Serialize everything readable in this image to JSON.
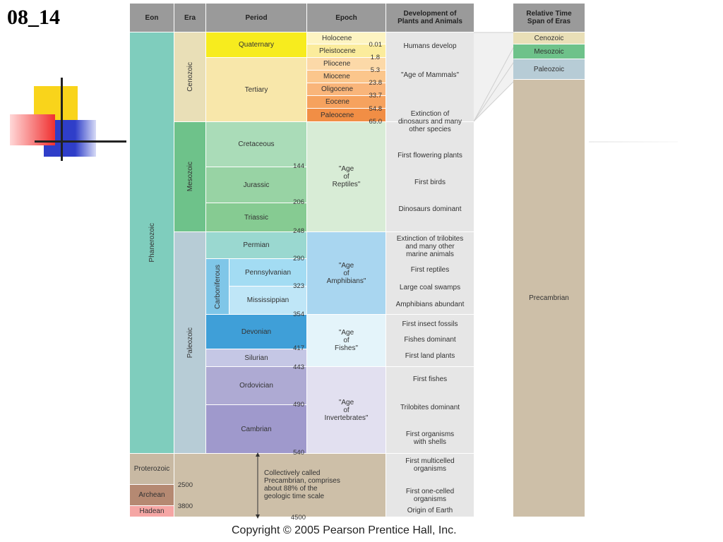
{
  "slide_title": "08_14",
  "headers": {
    "eon": "Eon",
    "era": "Era",
    "period": "Period",
    "epoch": "Epoch",
    "development": "Development of\nPlants and Animals",
    "relative": "Relative Time\nSpan of Eras"
  },
  "eons": {
    "phanerozoic": "Phanerozoic",
    "proterozoic": "Proterozoic",
    "archean": "Archean",
    "hadean": "Hadean"
  },
  "eras": {
    "cenozoic": "Cenozoic",
    "mesozoic": "Mesozoic",
    "paleozoic": "Paleozoic"
  },
  "periods": {
    "quaternary": "Quaternary",
    "tertiary": "Tertiary",
    "cretaceous": "Cretaceous",
    "jurassic": "Jurassic",
    "triassic": "Triassic",
    "permian": "Permian",
    "carboniferous": "Carboniferous",
    "pennsylvanian": "Pennsylvanian",
    "mississippian": "Mississippian",
    "devonian": "Devonian",
    "silurian": "Silurian",
    "ordovician": "Ordovician",
    "cambrian": "Cambrian"
  },
  "epochs": {
    "holocene": "Holocene",
    "pleistocene": "Pleistocene",
    "pliocene": "Pliocene",
    "miocene": "Miocene",
    "oligocene": "Oligocene",
    "eocene": "Eocene",
    "paleocene": "Paleocene",
    "reptiles": "\"Age\nof\nReptiles\"",
    "amphibians": "\"Age\nof\nAmphibians\"",
    "fishes": "\"Age\nof\nFishes\"",
    "invertebrates": "\"Age\nof\nInvertebrates\""
  },
  "ages": {
    "a001": "0.01",
    "a18": "1.8",
    "a53": "5.3",
    "a238": "23.8",
    "a337": "33.7",
    "a548": "54.8",
    "a650": "65.0",
    "a144": "144",
    "a206": "206",
    "a248": "248",
    "a290": "290",
    "a323": "323",
    "a354": "354",
    "a417": "417",
    "a443": "443",
    "a490": "490",
    "a540": "540",
    "a2500": "2500",
    "a3800": "3800",
    "a4500": "4500"
  },
  "development": {
    "humans": "Humans develop",
    "mammals": "\"Age of Mammals\"",
    "extinction_dino": "Extinction of\ndinosaurs and many\nother species",
    "flowering": "First flowering plants",
    "birds": "First birds",
    "dinosaurs": "Dinosaurs dominant",
    "extinction_trilo": "Extinction of trilobites\nand many other\nmarine animals",
    "reptiles": "First reptiles",
    "coal": "Large coal swamps",
    "amphibians": "Amphibians abundant",
    "insects": "First insect fossils",
    "fishes_dom": "Fishes dominant",
    "land_plants": "First land plants",
    "first_fishes": "First fishes",
    "trilobites": "Trilobites dominant",
    "shells": "First organisms\nwith shells",
    "multicelled": "First multicelled\norganisms",
    "onecelled": "First one-celled\norganisms",
    "origin": "Origin of Earth"
  },
  "precambrian_note": "Collectively called\nPrecambrian, comprises\nabout 88% of the\ngeologic time scale",
  "relative_span": {
    "cenozoic": "Cenozoic",
    "mesozoic": "Mesozoic",
    "paleozoic": "Paleozoic",
    "precambrian": "Precambrian"
  },
  "copyright": "Copyright © 2005 Pearson Prentice Hall, Inc.",
  "colors": {
    "header": "#9a9a9a",
    "phanerozoic": "#7fcdbd",
    "cenozoic": "#e9dfb7",
    "mesozoic": "#6ec28a",
    "paleozoic": "#b7ccd6",
    "quaternary": "#f7ec1e",
    "tertiary": "#f8e7aa",
    "holocene": "#fdf4c2",
    "pleistocene": "#fbec9c",
    "pliocene": "#fcd9a8",
    "miocene": "#fbc68c",
    "oligocene": "#f9b57a",
    "eocene": "#f6a25e",
    "paleocene": "#f18e45",
    "cretaceous": "#aadcb8",
    "jurassic": "#98d3a4",
    "triassic": "#86cb92",
    "permian": "#9ad8d0",
    "carboniferous": "#7fc6e8",
    "pennsylvanian": "#a3dcf3",
    "mississippian": "#bfe6f7",
    "devonian": "#3f9fd8",
    "silurian": "#c5c7e5",
    "ordovician": "#aeaad3",
    "cambrian": "#9f99cc",
    "precambrian": "#cdbfa8",
    "proterozoic": "#c8b9a3",
    "archean": "#b58972",
    "hadean": "#f5a6a4",
    "development": "#e6e6e6"
  }
}
